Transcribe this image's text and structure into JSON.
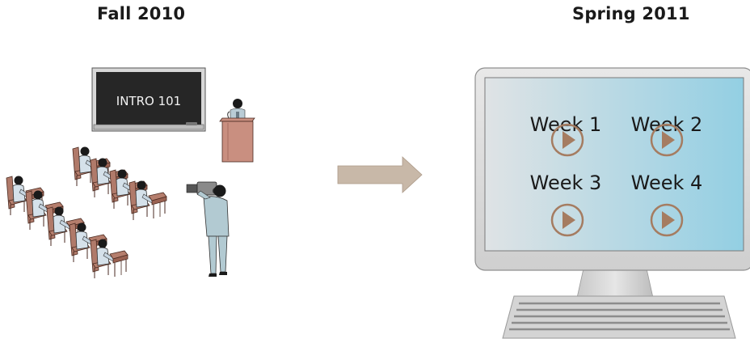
{
  "left_panel": {
    "title": "Fall 2010",
    "blackboard_text": "INTRO 101"
  },
  "right_panel": {
    "title": "Spring 2011",
    "videos": [
      {
        "label": "Week 1"
      },
      {
        "label": "Week 2"
      },
      {
        "label": "Week 3"
      },
      {
        "label": "Week 4"
      }
    ]
  },
  "colors": {
    "arrow": "#c8b8a8",
    "desk_chair": "#b07a6a",
    "play_icon": "#a57c61",
    "screen_gradient_left": "#dfe3e5",
    "screen_gradient_right": "#93cfe3",
    "monitor_frame": "#dcdcdc"
  }
}
